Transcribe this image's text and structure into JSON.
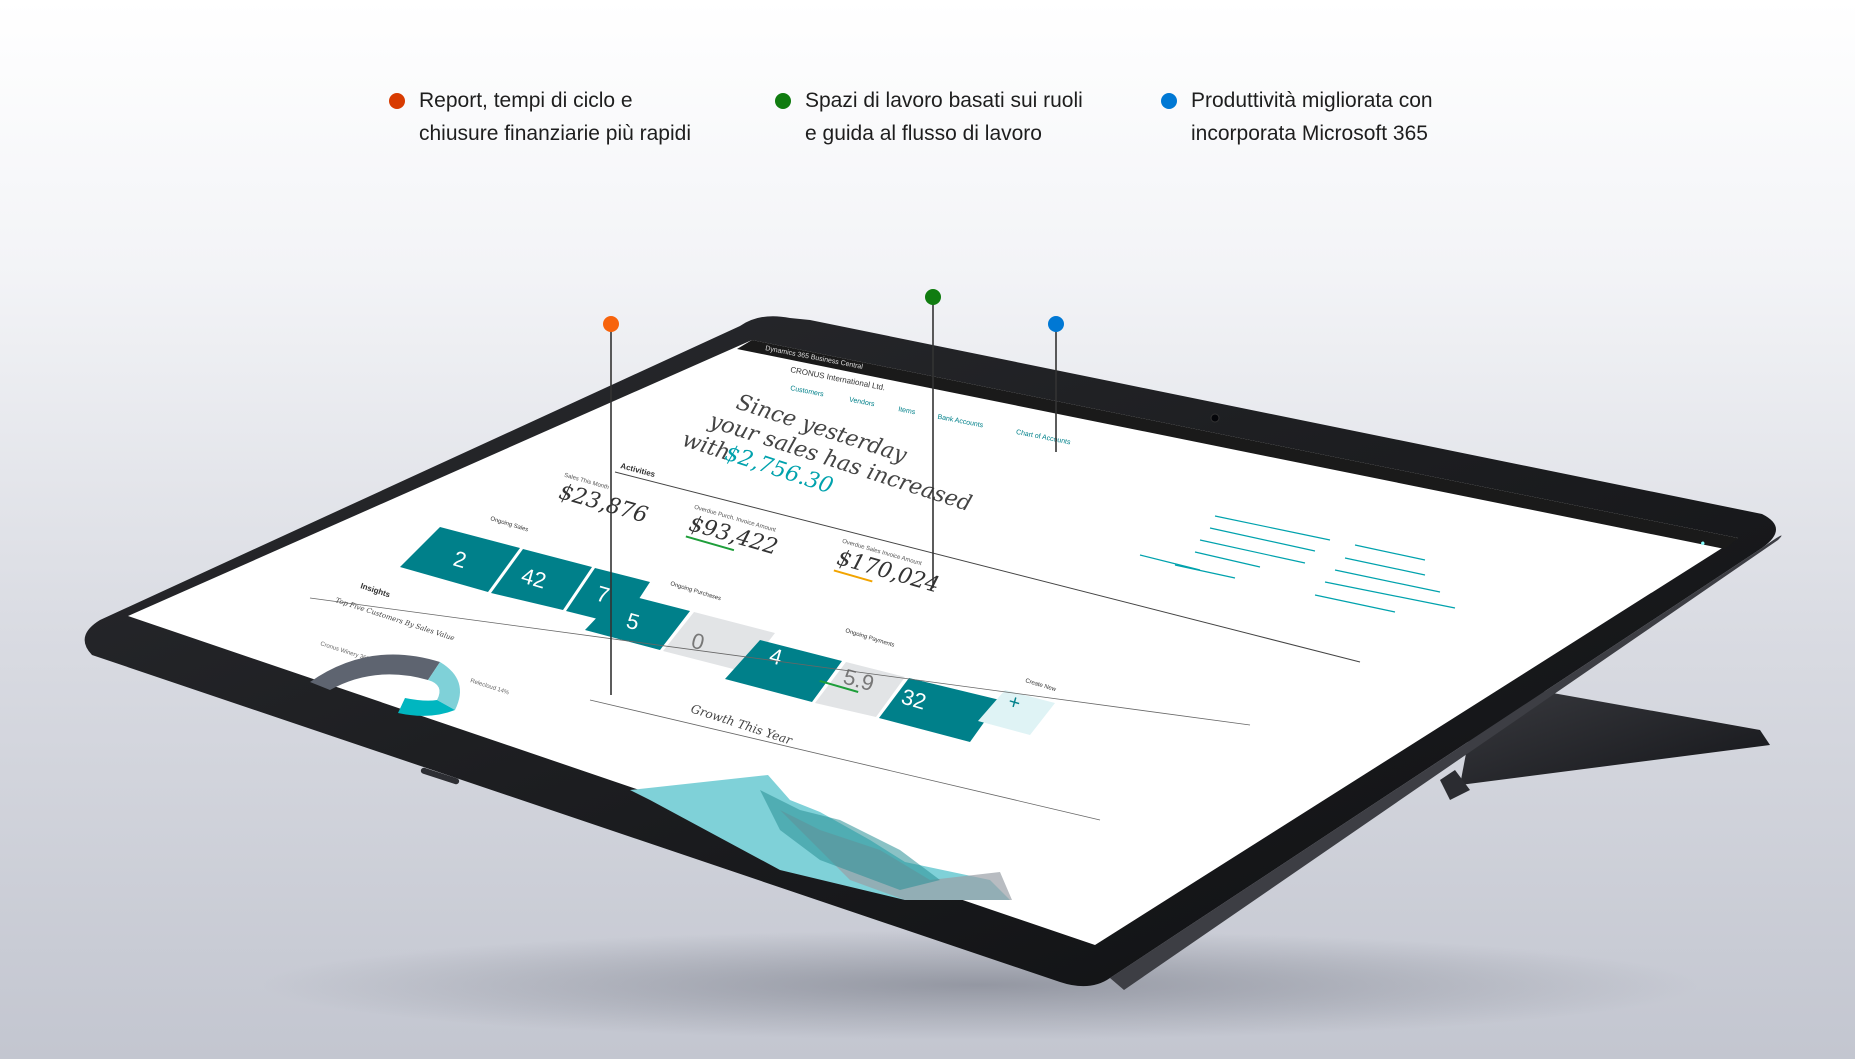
{
  "features": [
    {
      "lines": [
        "Report, tempi di ciclo e",
        "chiusure finanziarie più rapidi"
      ],
      "color": "#d83b01"
    },
    {
      "lines": [
        "Spazi di lavoro basati sui ruoli",
        "e guida al flusso di lavoro"
      ],
      "color": "#107c10"
    },
    {
      "lines": [
        "Produttività migliorata con",
        "incorporata Microsoft 365"
      ],
      "color": "#0078d4"
    }
  ],
  "callout_colors": {
    "orange": "#f7630c",
    "green": "#107c10",
    "blue": "#0078d4"
  },
  "screen": {
    "app_name": "Dynamics 365 Business Central",
    "company": "CRONUS International Ltd.",
    "nav": [
      "Customers",
      "Vendors",
      "Items",
      "Bank Accounts",
      "Chart of Accounts"
    ],
    "hero_lines": [
      "Since yesterday",
      "your sales has increased",
      "with"
    ],
    "hero_amount": "$2,756.30",
    "activities_label": "Activities",
    "kpis": [
      {
        "label": "Sales This Month",
        "value": "$23,876"
      },
      {
        "label": "Overdue Purch. Invoice Amount",
        "value": "$93,422"
      },
      {
        "label": "Overdue Sales Invoice Amount",
        "value": "$170,024"
      }
    ],
    "tiles_sales_label": "Ongoing Sales",
    "tiles_sales": [
      "2",
      "42",
      "7"
    ],
    "tiles_purch_label": "Ongoing Purchases",
    "tiles_purch": [
      "5",
      "0"
    ],
    "tiles_pay_label": "Ongoing Payments",
    "tiles_pay": [
      "4",
      "5.9",
      "32"
    ],
    "create_label": "Create New",
    "insights_label": "Insights",
    "insights_sub": "Top Five Customers By Sales Value",
    "growth_label": "Growth This Year",
    "donut_label_1": "Cronus Winery 36%",
    "donut_label_2": "Relecloud 14%"
  },
  "theme": {
    "teal": "#00808a",
    "teal_light": "#7fd1d8",
    "bezel": "#1a1b1e",
    "accent_link": "#00a2ad"
  }
}
